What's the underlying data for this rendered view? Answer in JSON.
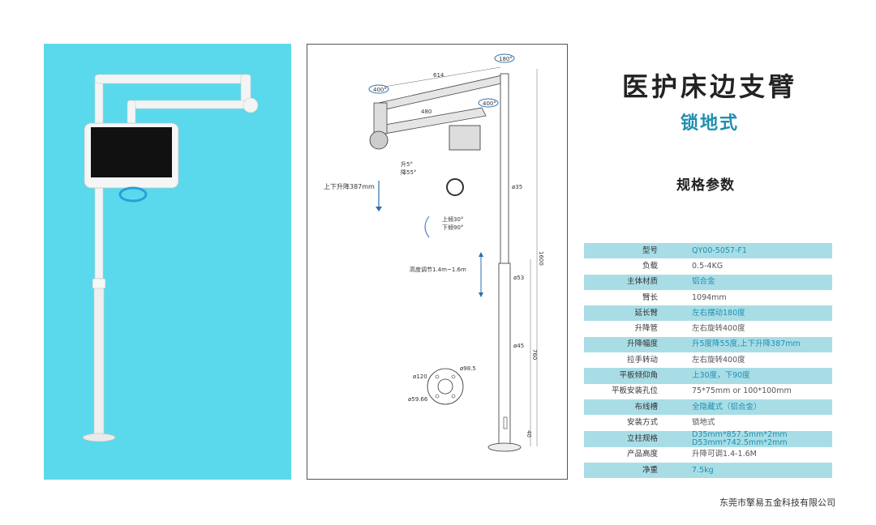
{
  "header": {
    "title": "医护床边支臂",
    "subtitle": "锁地式",
    "spec_heading": "规格参数"
  },
  "specs": [
    {
      "label": "型号",
      "value": "QY00-5057-F1"
    },
    {
      "label": "负载",
      "value": "0.5-4KG"
    },
    {
      "label": "主体材质",
      "value": "铝合金"
    },
    {
      "label": "臂长",
      "value": "1094mm"
    },
    {
      "label": "延长臂",
      "value": "左右摆动180度"
    },
    {
      "label": "升降管",
      "value": "左右旋转400度"
    },
    {
      "label": "升降幅度",
      "value": "升5度降55度,上下升降387mm"
    },
    {
      "label": "拉手转动",
      "value": "左右旋转400度"
    },
    {
      "label": "平板倾仰角",
      "value": "上30度，下90度"
    },
    {
      "label": "平板安装孔位",
      "value": "75*75mm or 100*100mm"
    },
    {
      "label": "布线槽",
      "value": "全隐藏式（铝合金）"
    },
    {
      "label": "安装方式",
      "value": "锁地式"
    },
    {
      "label": "立柱规格",
      "value": "D35mm*857.5mm*2mm",
      "value2": "D53mm*742.5mm*2mm"
    },
    {
      "label": "产品高度",
      "value": "升降可调1.4-1.6M"
    },
    {
      "label": "净重",
      "value": "7.5kg"
    }
  ],
  "drawing": {
    "rot_top": "180°",
    "rot_left": "400°",
    "rot_mid": "400°",
    "dim_arm": "614",
    "dim_arm2": "480",
    "dim_tilt_up": "升5°",
    "dim_tilt_down": "降55°",
    "lift_label": "上下升降387mm",
    "tilt_label_up": "上倾30°",
    "tilt_label_down": "下倾90°",
    "height_label": "高度调节1.4m~1.6m",
    "d35": "ø35",
    "d53": "ø53",
    "d45": "ø45",
    "dim_1600": "1600",
    "dim_760": "760",
    "dim_40": "40",
    "base_d120": "ø120",
    "base_d98": "ø98.5",
    "base_d59": "ø59.66"
  },
  "footer": {
    "company": "东莞市擎易五金科技有限公司"
  },
  "colors": {
    "photo_bg": "#5ad9ec",
    "accent": "#1f8fb0",
    "row_shade": "#a9dde6",
    "handle_ring": "#2a9fd8"
  }
}
